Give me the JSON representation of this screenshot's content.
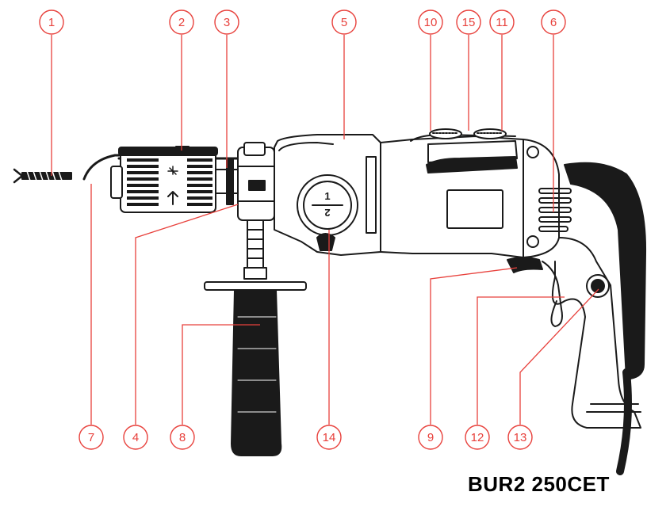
{
  "colors": {
    "callout": "#e8413c",
    "ink": "#1a1a1a"
  },
  "model": "BUR2 250CET",
  "dial_top": "1",
  "dial_bottom": "2",
  "callouts": [
    {
      "label": "1"
    },
    {
      "label": "2"
    },
    {
      "label": "3"
    },
    {
      "label": "5"
    },
    {
      "label": "10"
    },
    {
      "label": "15"
    },
    {
      "label": "11"
    },
    {
      "label": "6"
    },
    {
      "label": "7"
    },
    {
      "label": "4"
    },
    {
      "label": "8"
    },
    {
      "label": "14"
    },
    {
      "label": "9"
    },
    {
      "label": "12"
    },
    {
      "label": "13"
    }
  ]
}
